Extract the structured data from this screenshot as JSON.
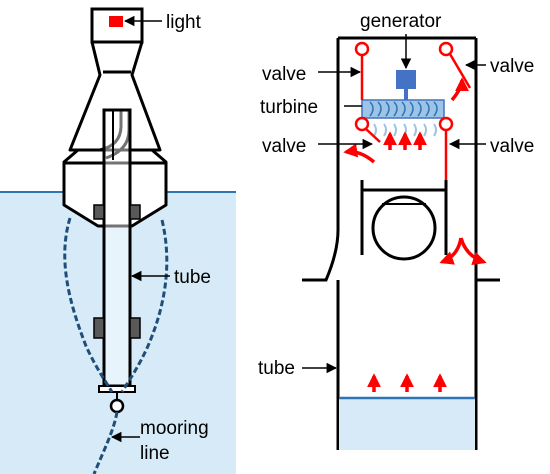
{
  "colors": {
    "water": "#d6ebf7",
    "water_line": "#2e75b6",
    "chain": "#1f4e79",
    "accent_red": "#ff0000",
    "generator_blue": "#4472c4",
    "turbine_blue": "#9dc3e6",
    "outline": "#000000"
  },
  "left_figure": {
    "labels": {
      "light": "light",
      "tube": "tube",
      "mooring_line_1": "mooring",
      "mooring_line_2": "line"
    }
  },
  "right_figure": {
    "labels": {
      "generator": "generator",
      "valve_top_left": "valve",
      "valve_top_right": "valve",
      "turbine": "turbine",
      "valve_mid_left": "valve",
      "valve_mid_right": "valve",
      "tube": "tube"
    }
  }
}
